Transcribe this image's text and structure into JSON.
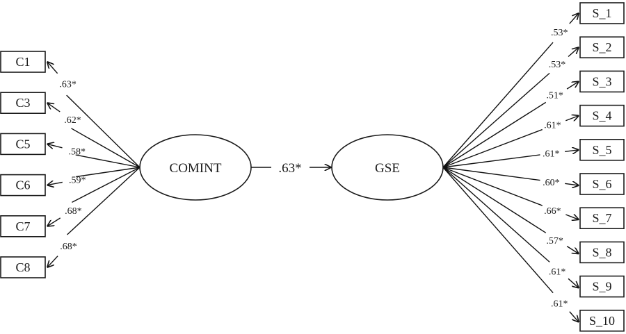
{
  "diagram": {
    "type": "structural-equation-model",
    "latent_left": {
      "name": "COMINT"
    },
    "latent_right": {
      "name": "GSE"
    },
    "structural_path": {
      "from": "COMINT",
      "to": "GSE",
      "coef": ".63*"
    },
    "left_indicators": [
      {
        "name": "C1",
        "coef": ".63*"
      },
      {
        "name": "C3",
        "coef": ".62*"
      },
      {
        "name": "C5",
        "coef": ".58*"
      },
      {
        "name": "C6",
        "coef": ".59*"
      },
      {
        "name": "C7",
        "coef": ".68*"
      },
      {
        "name": "C8",
        "coef": ".68*"
      }
    ],
    "right_indicators": [
      {
        "name": "S_1",
        "coef": ".53*"
      },
      {
        "name": "S_2",
        "coef": ".53*"
      },
      {
        "name": "S_3",
        "coef": ".51*"
      },
      {
        "name": "S_4",
        "coef": ".61*"
      },
      {
        "name": "S_5",
        "coef": ".61*"
      },
      {
        "name": "S_6",
        "coef": ".60*"
      },
      {
        "name": "S_7",
        "coef": ".66*"
      },
      {
        "name": "S_8",
        "coef": ".57*"
      },
      {
        "name": "S_9",
        "coef": ".61*"
      },
      {
        "name": "S_10",
        "coef": ".61*"
      }
    ],
    "colors": {
      "stroke": "#1a1a1a",
      "background": "#ffffff"
    }
  }
}
